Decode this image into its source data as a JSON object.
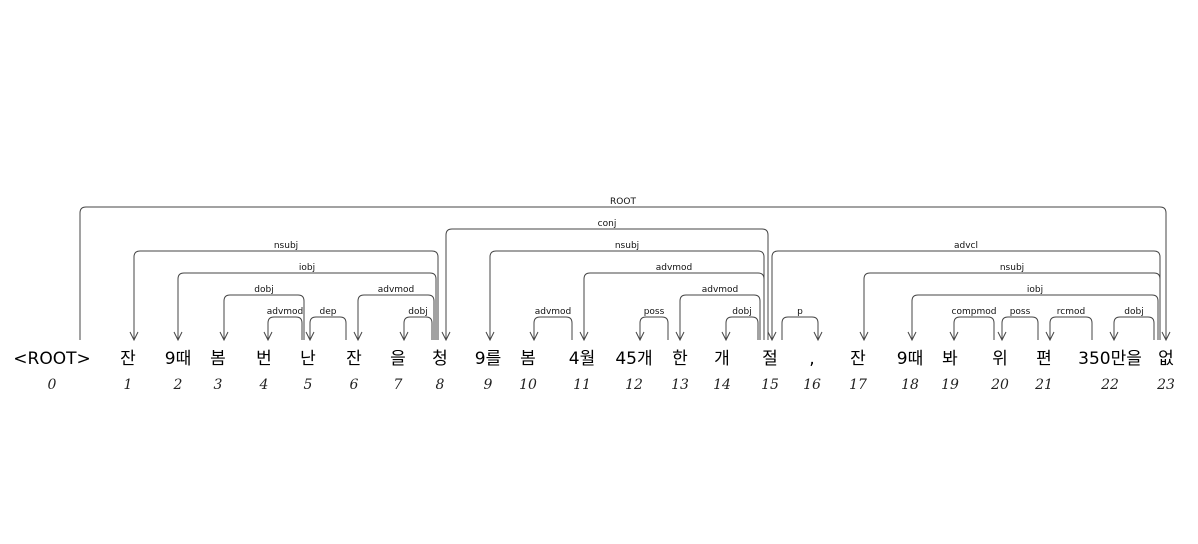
{
  "tokens": [
    {
      "i": "0",
      "text": "<ROOT>"
    },
    {
      "i": "1",
      "text": "잔"
    },
    {
      "i": "2",
      "text": "9때"
    },
    {
      "i": "3",
      "text": "봄"
    },
    {
      "i": "4",
      "text": "번"
    },
    {
      "i": "5",
      "text": "난"
    },
    {
      "i": "6",
      "text": "잔"
    },
    {
      "i": "7",
      "text": "을"
    },
    {
      "i": "8",
      "text": "청"
    },
    {
      "i": "9",
      "text": "9를"
    },
    {
      "i": "10",
      "text": "봄"
    },
    {
      "i": "11",
      "text": "4월"
    },
    {
      "i": "12",
      "text": "45개"
    },
    {
      "i": "13",
      "text": "한"
    },
    {
      "i": "14",
      "text": "개"
    },
    {
      "i": "15",
      "text": "절"
    },
    {
      "i": "16",
      "text": ","
    },
    {
      "i": "17",
      "text": "잔"
    },
    {
      "i": "18",
      "text": "9때"
    },
    {
      "i": "19",
      "text": "봐"
    },
    {
      "i": "20",
      "text": "위"
    },
    {
      "i": "21",
      "text": "편"
    },
    {
      "i": "22",
      "text": "350만을"
    },
    {
      "i": "23",
      "text": "없"
    }
  ],
  "arcs": [
    {
      "head": 0,
      "dep": 23,
      "label": "ROOT"
    },
    {
      "head": 15,
      "dep": 8,
      "label": "conj"
    },
    {
      "head": 8,
      "dep": 1,
      "label": "nsubj"
    },
    {
      "head": 15,
      "dep": 9,
      "label": "nsubj"
    },
    {
      "head": 23,
      "dep": 15,
      "label": "advcl"
    },
    {
      "head": 8,
      "dep": 2,
      "label": "iobj"
    },
    {
      "head": 15,
      "dep": 11,
      "label": "advmod"
    },
    {
      "head": 23,
      "dep": 17,
      "label": "nsubj"
    },
    {
      "head": 5,
      "dep": 3,
      "label": "dobj"
    },
    {
      "head": 8,
      "dep": 6,
      "label": "advmod"
    },
    {
      "head": 15,
      "dep": 13,
      "label": "advmod"
    },
    {
      "head": 23,
      "dep": 18,
      "label": "iobj"
    },
    {
      "head": 5,
      "dep": 4,
      "label": "advmod"
    },
    {
      "head": 6,
      "dep": 5,
      "label": "dep"
    },
    {
      "head": 8,
      "dep": 7,
      "label": "dobj"
    },
    {
      "head": 11,
      "dep": 10,
      "label": "advmod"
    },
    {
      "head": 13,
      "dep": 12,
      "label": "poss"
    },
    {
      "head": 15,
      "dep": 14,
      "label": "dobj"
    },
    {
      "head": 15,
      "dep": 16,
      "label": "p"
    },
    {
      "head": 20,
      "dep": 19,
      "label": "compmod"
    },
    {
      "head": 21,
      "dep": 20,
      "label": "poss"
    },
    {
      "head": 22,
      "dep": 21,
      "label": "rcmod"
    },
    {
      "head": 23,
      "dep": 22,
      "label": "dobj"
    }
  ]
}
